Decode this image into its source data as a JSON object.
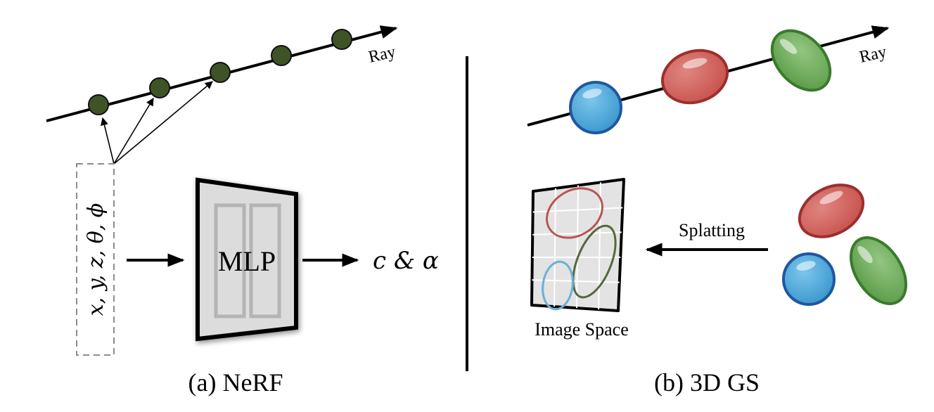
{
  "nerf": {
    "ray_label": "Ray",
    "input_label": "x, y, z, θ, ϕ",
    "mlp_label": "MLP",
    "output_label": "c & α",
    "caption": "(a) NeRF"
  },
  "gs": {
    "ray_label": "Ray",
    "splat_label": "Splatting",
    "image_space_label": "Image Space",
    "caption": "(b) 3D GS"
  },
  "colors": {
    "sample_point": "#3f5426",
    "gaussian_blue": "#4aa8d8",
    "gaussian_red": "#d0625e",
    "gaussian_green": "#6fae5c",
    "ellipse_red": "#b85550",
    "ellipse_green": "#55683c",
    "ellipse_blue": "#6cb0d6",
    "grid_panel": "#e3e3e3"
  }
}
